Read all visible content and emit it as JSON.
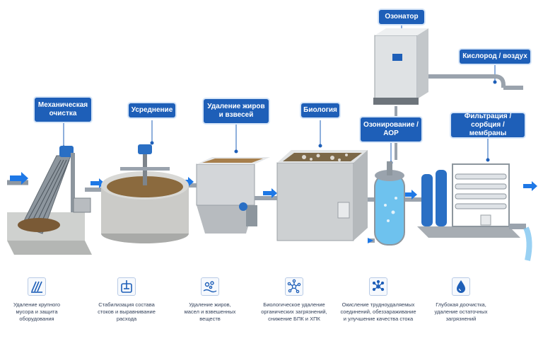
{
  "labels": {
    "mechanical": "Механическая очистка",
    "equalization": "Усреднение",
    "fat_removal": "Удаление жиров и взвесей",
    "biology": "Биология",
    "ozonation": "Озонирование / АОР",
    "ozonator": "Озонатор",
    "oxygen": "Кислород / воздух",
    "filtration": "Фильтрация / сорбция / мембраны"
  },
  "features": [
    {
      "icon": "screen-icon",
      "text": "Удаление крупного\nмусора и защита\nоборудования"
    },
    {
      "icon": "mixer-tank-icon",
      "text": "Стабилизация состава\nстоков и выравнивание\nрасхода"
    },
    {
      "icon": "bubbles-icon",
      "text": "Удаление жиров,\nмасел и взвешенных\nвеществ"
    },
    {
      "icon": "bio-network-icon",
      "text": "Биологическое удаление\nорганических загрязнений,\nснижение БПК и ХПК"
    },
    {
      "icon": "molecule-icon",
      "text": "Окисление трудноудаляемых\nсоединений, обеззараживание\nи улучшение качества стока"
    },
    {
      "icon": "drop-icon",
      "text": "Глубокая доочистка,\nудаление остаточных\nзагрязнений"
    }
  ],
  "colors": {
    "accent": "#1e5fb8",
    "pipe": "#9aa3ad",
    "water": "#3aa0e6",
    "concrete": "#c9c9c6"
  }
}
